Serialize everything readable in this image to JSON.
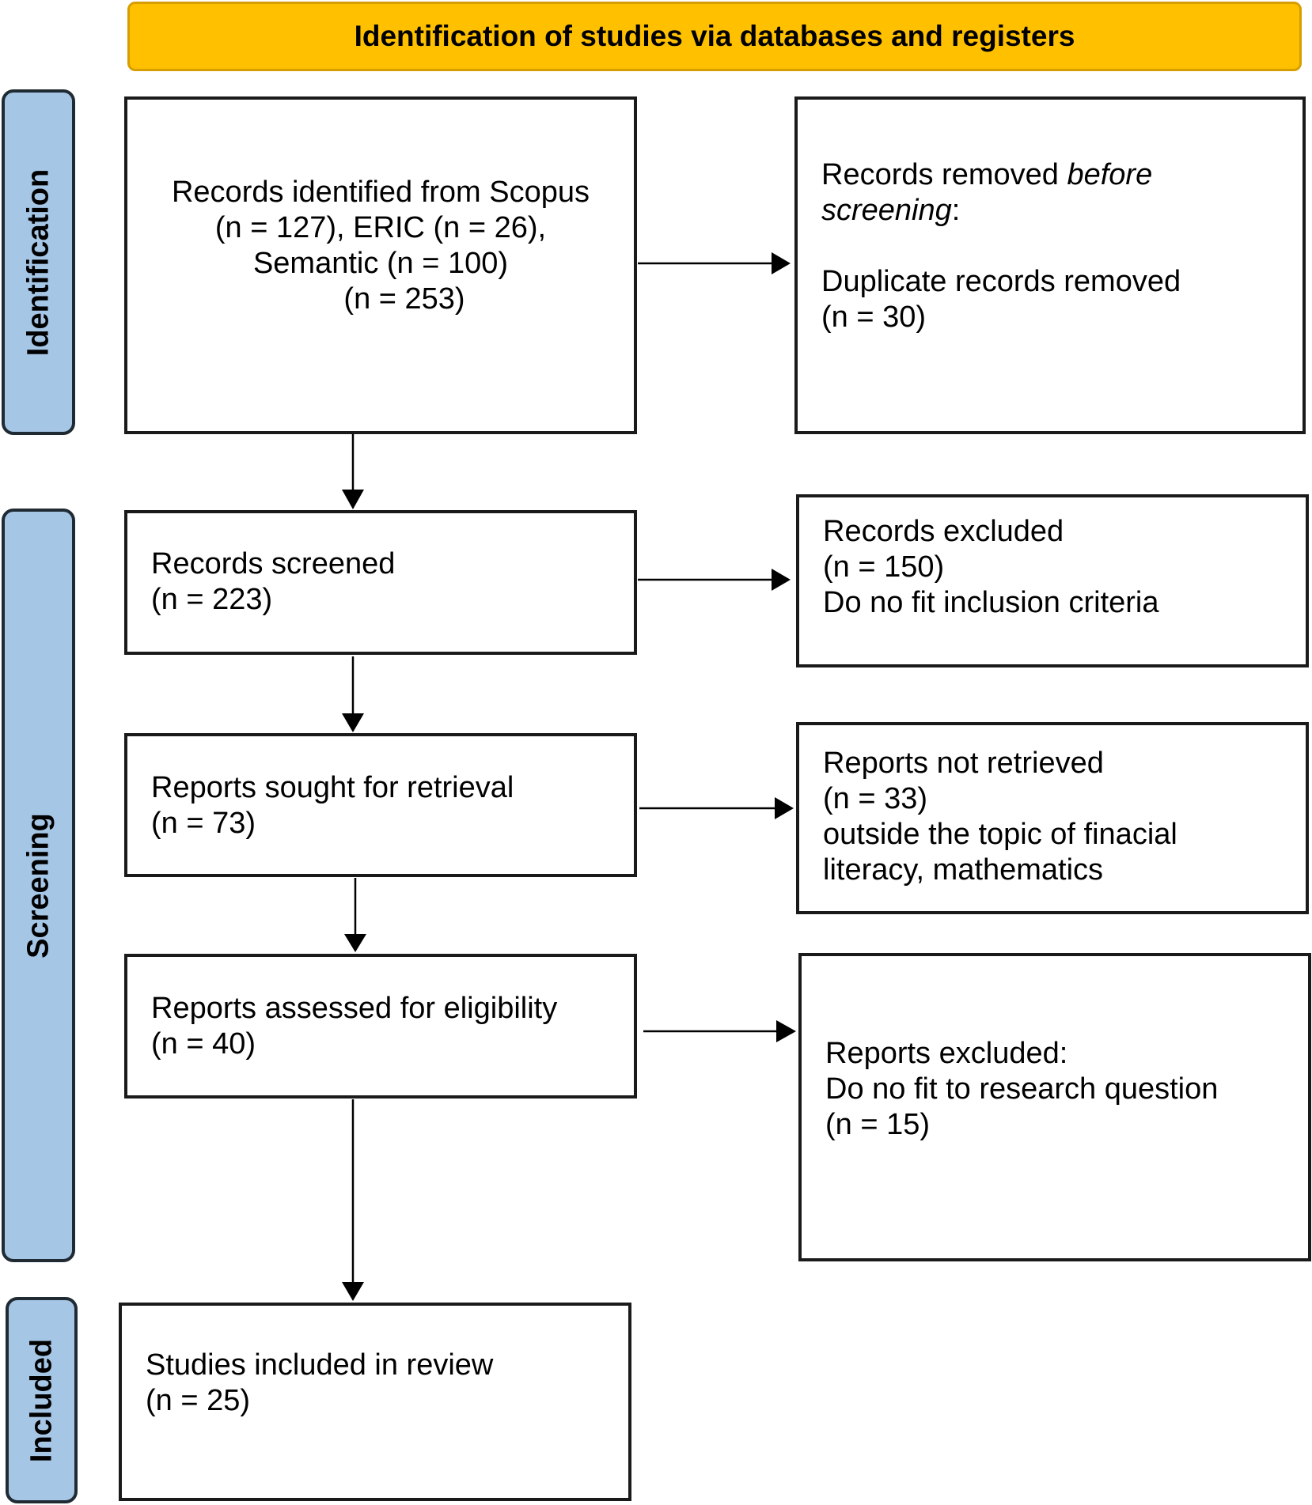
{
  "header": {
    "title": "Identification of studies via databases and registers"
  },
  "stages": {
    "identification": "Identification",
    "screening": "Screening",
    "included": "Included"
  },
  "boxes": {
    "records_identified": {
      "lines": [
        "Records identified from Scopus",
        "(n = 127), ERIC (n = 26),",
        "Semantic (n = 100)",
        "(n = 253)"
      ]
    },
    "records_removed": {
      "title_prefix": "Records removed ",
      "title_italic": "before",
      "title_italic_2": "screening",
      "title_suffix": ":",
      "line2": "Duplicate records removed",
      "line3": "(n = 30)"
    },
    "records_screened": {
      "lines": [
        "Records screened",
        "(n = 223)"
      ]
    },
    "records_excluded": {
      "lines": [
        "Records excluded",
        "(n = 150)",
        "Do no fit inclusion criteria"
      ]
    },
    "reports_sought": {
      "lines": [
        "Reports sought for retrieval",
        "(n = 73)"
      ]
    },
    "reports_not_retrieved": {
      "lines": [
        "Reports not retrieved",
        "(n = 33)",
        "outside the topic of finacial",
        "literacy, mathematics"
      ]
    },
    "reports_assessed": {
      "lines": [
        "Reports assessed for eligibility",
        "(n = 40)"
      ]
    },
    "reports_excluded": {
      "lines": [
        "Reports excluded:",
        "Do no fit to research question",
        "(n = 15)"
      ]
    },
    "studies_included": {
      "lines": [
        "Studies included in review",
        "(n = 25)"
      ]
    }
  },
  "colors": {
    "header_fill": "#FFC000",
    "stage_fill": "#A6C6E6"
  }
}
